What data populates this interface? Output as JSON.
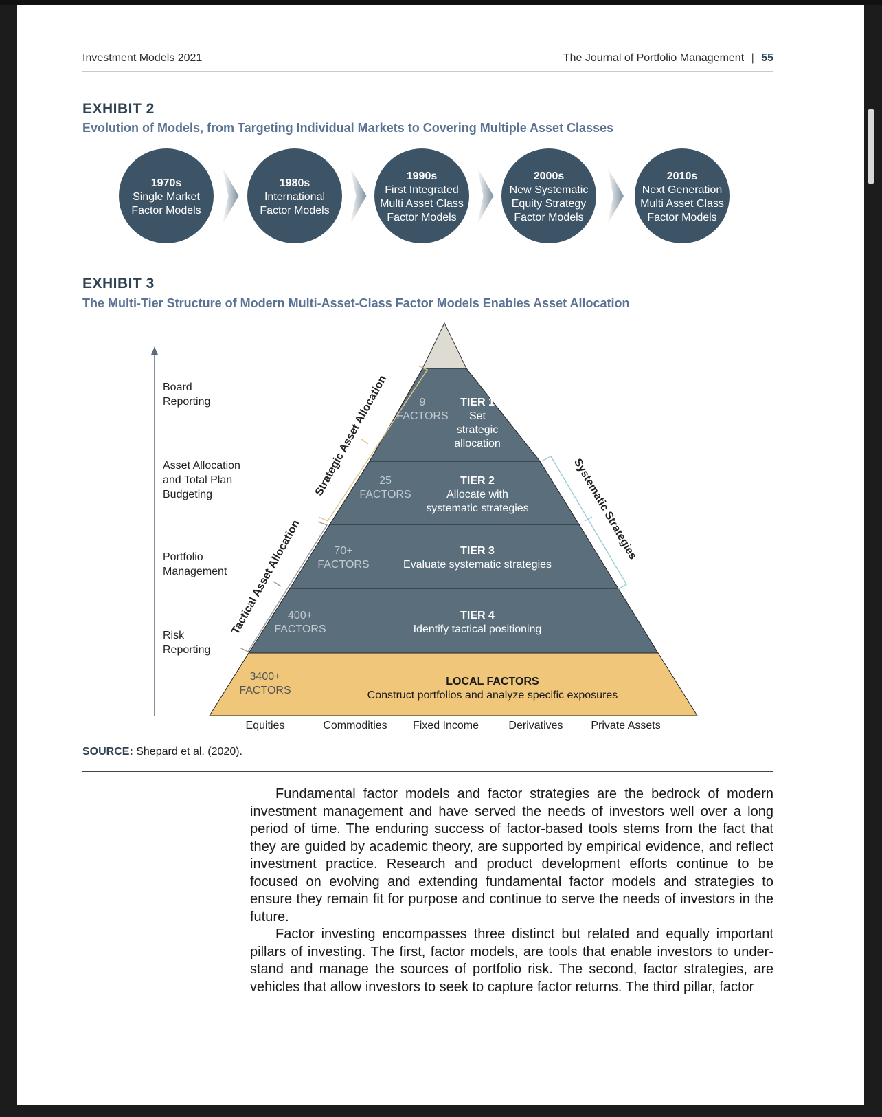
{
  "header": {
    "left": "Investment Models 2021",
    "right": "The Journal of Portfolio Management",
    "page_number": "55"
  },
  "exhibit2": {
    "label": "EXHIBIT 2",
    "title": "Evolution of Models, from Targeting Individual Markets to Covering Multiple Asset Classes",
    "circles": [
      {
        "decade": "1970s",
        "line1": "Single Market",
        "line2": "Factor Models",
        "line3": ""
      },
      {
        "decade": "1980s",
        "line1": "International",
        "line2": "Factor Models",
        "line3": ""
      },
      {
        "decade": "1990s",
        "line1": "First Integrated",
        "line2": "Multi Asset Class",
        "line3": "Factor Models"
      },
      {
        "decade": "2000s",
        "line1": "New Systematic",
        "line2": "Equity Strategy",
        "line3": "Factor Models"
      },
      {
        "decade": "2010s",
        "line1": "Next Generation",
        "line2": "Multi Asset Class",
        "line3": "Factor Models"
      }
    ],
    "colors": {
      "circle": "#3d5467",
      "arrow": "#7f909d"
    }
  },
  "exhibit3": {
    "label": "EXHIBIT 3",
    "title": "The Multi-Tier Structure of Modern Multi-Asset-Class Factor Models Enables Asset Allocation",
    "left_axis": {
      "board": [
        "Board",
        "Reporting"
      ],
      "asset_alloc": [
        "Asset Allocation",
        "and Total Plan",
        "Budgeting"
      ],
      "portfolio": [
        "Portfolio",
        "Management"
      ],
      "risk": [
        "Risk",
        "Reporting"
      ]
    },
    "tiers": [
      {
        "count": "9",
        "count_label": "FACTORS",
        "name": "TIER 1",
        "desc": [
          "Set",
          "strategic",
          "allocation"
        ]
      },
      {
        "count": "25",
        "count_label": "FACTORS",
        "name": "TIER 2",
        "desc": [
          "Allocate with",
          "systematic strategies"
        ]
      },
      {
        "count": "70+",
        "count_label": "FACTORS",
        "name": "TIER 3",
        "desc": [
          "Evaluate systematic strategies"
        ]
      },
      {
        "count": "400+",
        "count_label": "FACTORS",
        "name": "TIER 4",
        "desc": [
          "Identify tactical positioning"
        ]
      }
    ],
    "local": {
      "count": "3400+",
      "count_label": "FACTORS",
      "name": "LOCAL FACTORS",
      "desc": "Construct portfolios and analyze specific exposures"
    },
    "brackets": {
      "strategic": "Strategic Asset Allocation",
      "tactical": "Tactical Asset Allocation",
      "systematic": "Systematic Strategies"
    },
    "asset_classes": [
      "Equities",
      "Commodities",
      "Fixed Income",
      "Derivatives",
      "Private Assets"
    ],
    "colors": {
      "tier": "#5b6e7c",
      "apex": "#dedbd3",
      "local": "#efc67a",
      "bracket_strategic": "#e2c58d",
      "bracket_systematic": "#9ccbd4",
      "bracket_tactical": "#9a9a9a"
    }
  },
  "source": {
    "label": "SOURCE:",
    "text": " Shepard et al. (2020)."
  },
  "body": {
    "paragraphs": [
      "Fundamental factor models and factor strategies are the bedrock of modern investment management and have served the needs of investors well over a long period of time. The enduring success of factor-based tools stems from the fact that they are guided by academic theory, are supported by empirical evidence, and reflect investment practice. Research and product development efforts continue to be focused on evolving and extending fundamental factor models and strategies to ensure they remain fit for purpose and continue to serve the needs of investors in the future.",
      "Factor investing encompasses three distinct but related and equally important pillars of investing. The first, factor models, are tools that enable investors to under­stand and manage the sources of portfolio risk. The second, factor strategies, are vehicles that allow investors to seek to capture factor returns. The third pillar, factor"
    ]
  }
}
